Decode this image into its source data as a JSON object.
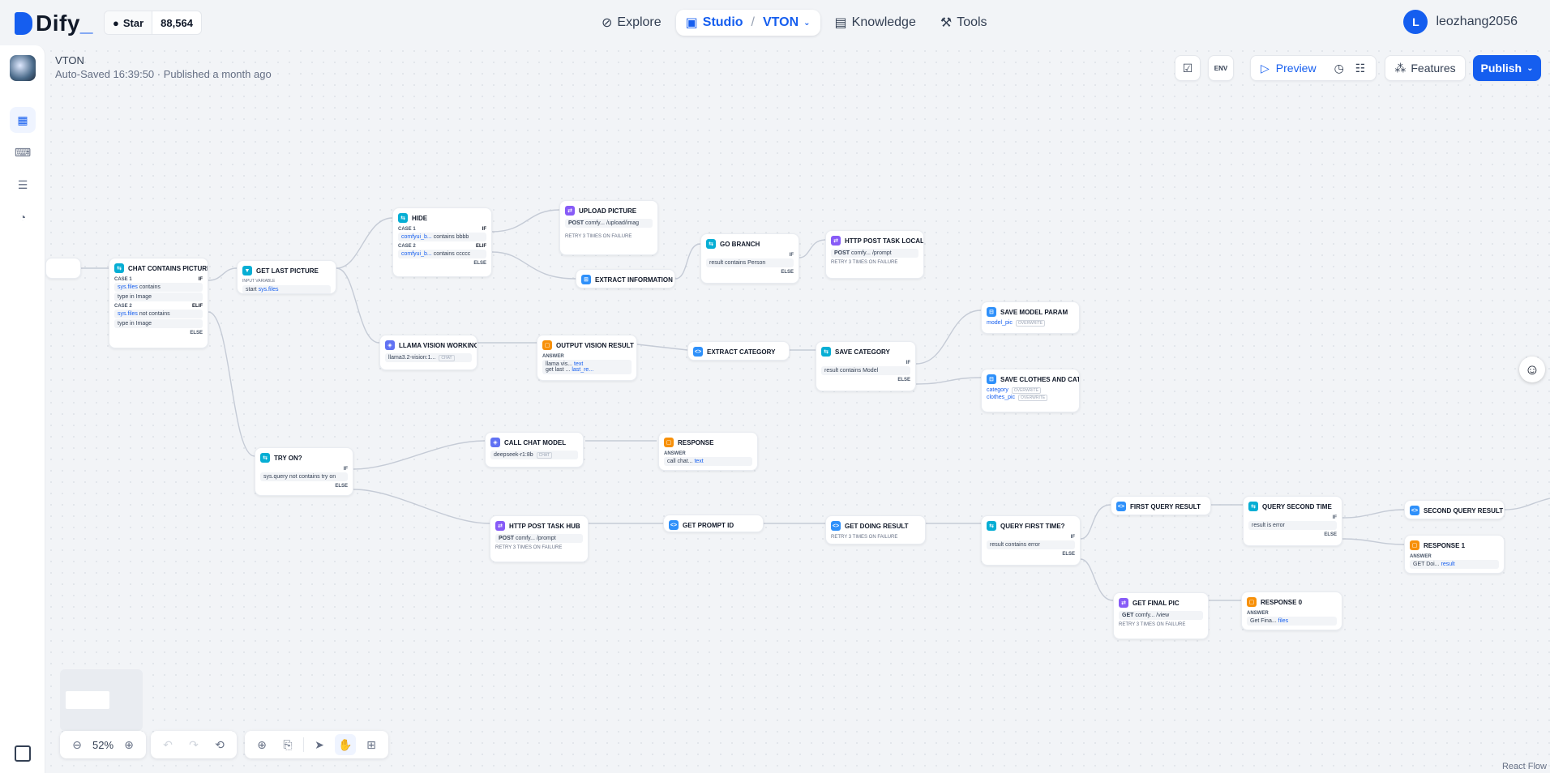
{
  "header": {
    "brand": "Dify",
    "github": {
      "star_label": "Star",
      "count": "88,564"
    },
    "nav": {
      "explore": "Explore",
      "studio": "Studio",
      "app": "VTON",
      "knowledge": "Knowledge",
      "tools": "Tools"
    },
    "user": {
      "initial": "L",
      "name": "leozhang2056"
    }
  },
  "app": {
    "name": "VTON",
    "status": "Auto-Saved 16:39:50 · Published a month ago"
  },
  "toolbar": {
    "env": "ENV",
    "preview": "Preview",
    "features": "Features",
    "publish": "Publish"
  },
  "zoom": "52%",
  "nodes": {
    "chat_contains": {
      "title": "CHAT CONTAINS PICTURE?",
      "case1": "CASE 1",
      "if": "IF",
      "c1a_var": "sys.files",
      "c1a_op": "contains",
      "c1b": "type in Image",
      "case2": "CASE 2",
      "elif": "ELIF",
      "c2a_var": "sys.files",
      "c2a_op": "not contains",
      "c2b": "type in Image",
      "else": "ELSE"
    },
    "get_last": {
      "title": "GET LAST PICTURE",
      "sub": "INPUT VARIABLE",
      "a": "start",
      "b": "sys.files"
    },
    "hide": {
      "title": "HIDE",
      "case1": "CASE 1",
      "if": "IF",
      "c1": "comfyui_b...",
      "c1op": "contains bbbb",
      "case2": "CASE 2",
      "elif": "ELIF",
      "c2": "comfyui_b...",
      "c2op": "contains ccccc",
      "else": "ELSE"
    },
    "upload": {
      "title": "UPLOAD PICTURE",
      "method": "POST",
      "url": "comfy...",
      "path": "/upload/imag",
      "retry": "RETRY 3 TIMES ON FAILURE"
    },
    "extract_info": {
      "title": "EXTRACT INFORMATION"
    },
    "go_branch": {
      "title": "GO BRANCH",
      "if": "IF",
      "cond": "result contains Person",
      "else": "ELSE"
    },
    "http_local": {
      "title": "HTTP POST TASK LOCAL",
      "method": "POST",
      "url": "comfy...",
      "path": "/prompt",
      "retry": "RETRY 3 TIMES ON FAILURE"
    },
    "llama": {
      "title": "LLAMA VISION WORKING",
      "model": "llama3.2-vision:1...",
      "mode": "CHAT"
    },
    "output_vision": {
      "title": "OUTPUT VISION RESULT",
      "sub": "ANSWER",
      "a1": "llama vis...",
      "a2": "text",
      "b1": "get last ...",
      "b2": "last_re..."
    },
    "extract_cat": {
      "title": "EXTRACT CATEGORY"
    },
    "save_cat": {
      "title": "SAVE CATEGORY",
      "if": "IF",
      "cond": "result contains Model",
      "else": "ELSE"
    },
    "save_model": {
      "title": "SAVE MODEL PARAM",
      "v": "model_pic",
      "mode": "OVERWRITE"
    },
    "save_clothes": {
      "title": "SAVE CLOTHES AND CATEG",
      "v1": "category",
      "v2": "clothes_pic",
      "mode": "OVERWRITE"
    },
    "try_on": {
      "title": "TRY ON?",
      "if": "IF",
      "cond": "sys.query not contains try on",
      "else": "ELSE"
    },
    "call_chat": {
      "title": "CALL CHAT MODEL",
      "model": "deepseek-r1:8b",
      "mode": "CHAT"
    },
    "response": {
      "title": "RESPONSE",
      "sub": "ANSWER",
      "a": "call chat...",
      "b": "text"
    },
    "http_hub": {
      "title": "HTTP POST TASK HUB",
      "method": "POST",
      "url": "comfy...",
      "path": "/prompt",
      "retry": "RETRY 3 TIMES ON FAILURE"
    },
    "get_prompt": {
      "title": "GET PROMPT ID"
    },
    "get_doing": {
      "title": "GET DOING RESULT",
      "retry": "RETRY 3 TIMES ON FAILURE"
    },
    "query_first": {
      "title": "QUERY FIRST TIME?",
      "if": "IF",
      "cond": "result contains error",
      "else": "ELSE"
    },
    "first_query": {
      "title": "FIRST QUERY RESULT"
    },
    "query_second": {
      "title": "QUERY SECOND TIME",
      "if": "IF",
      "cond": "result is error",
      "else": "ELSE"
    },
    "second_query": {
      "title": "SECOND QUERY RESULT"
    },
    "response1": {
      "title": "RESPONSE 1",
      "sub": "ANSWER",
      "a": "GET Doi...",
      "b": "result"
    },
    "get_final": {
      "title": "GET FINAL PIC",
      "method": "GET",
      "url": "comfy...",
      "path": "/view",
      "retry": "RETRY 3 TIMES ON FAILURE"
    },
    "response0": {
      "title": "RESPONSE 0",
      "sub": "ANSWER",
      "a": "Get Fina...",
      "b": "files"
    }
  },
  "footer": {
    "reactflow": "React Flow"
  }
}
